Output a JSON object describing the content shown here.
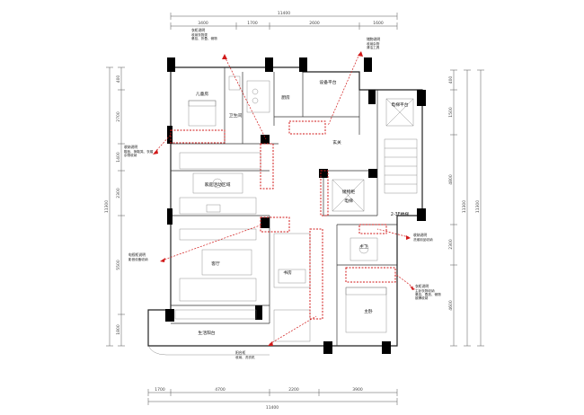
{
  "dimensions": {
    "top_total": "11400",
    "top_segments": [
      "3400",
      "1700",
      "2600",
      "1600"
    ],
    "bottom_total": "11400",
    "bottom_segments": [
      "1700",
      "4700",
      "2200",
      "3900"
    ],
    "left_total": "11300",
    "left_segments": [
      "400",
      "2700",
      "1400",
      "2300",
      "5500",
      "1800"
    ],
    "right_total": "11300",
    "right_segments": [
      "400",
      "1500",
      "4800",
      "2300",
      "4600"
    ],
    "right_outer": "11300"
  },
  "rooms": {
    "children_room": "儿童房",
    "toilet_1": "卫生间",
    "kitchen": "厨房",
    "equipment_platform": "设备平台",
    "elevator_hall": "电梯平台",
    "entrance": "玄关",
    "living_dining": "家庭活动区域",
    "study": "书房",
    "living_room": "客厅",
    "bath_2": "主卫",
    "master_bedroom": "主卧",
    "balcony": "生活阳台",
    "corridor_stair": "2-3F楼梯",
    "elevator_box": "电梯",
    "storage_closet": "储物柜"
  },
  "annotations": [
    {
      "id": "note-top-left",
      "title": "衣柜说明",
      "lines": [
        "收纳衣物类",
        "悬挂、折叠、储物"
      ]
    },
    {
      "id": "note-top-right",
      "title": "储物说明",
      "lines": [
        "收纳杂物",
        "清洁工具"
      ]
    },
    {
      "id": "note-left-mid",
      "title": "收纳说明",
      "lines": [
        "鞋柜、换鞋凳、衣帽",
        "杂物收纳"
      ]
    },
    {
      "id": "note-left-low",
      "title": "电视柜说明",
      "lines": [
        "影音设备收纳"
      ]
    },
    {
      "id": "note-right-mid",
      "title": "收纳说明",
      "lines": [
        "洗漱用品收纳"
      ]
    },
    {
      "id": "note-right-low",
      "title": "衣柜说明",
      "lines": [
        "主卧衣物收纳",
        "悬挂、叠放、储物",
        "被褥收纳"
      ]
    },
    {
      "id": "note-bottom",
      "title": "阳台柜",
      "lines": [
        "收纳、洗衣机"
      ]
    }
  ],
  "colors": {
    "wall": "#000000",
    "line": "#333333",
    "dimension": "#555555",
    "callout": "#d11a1a"
  }
}
